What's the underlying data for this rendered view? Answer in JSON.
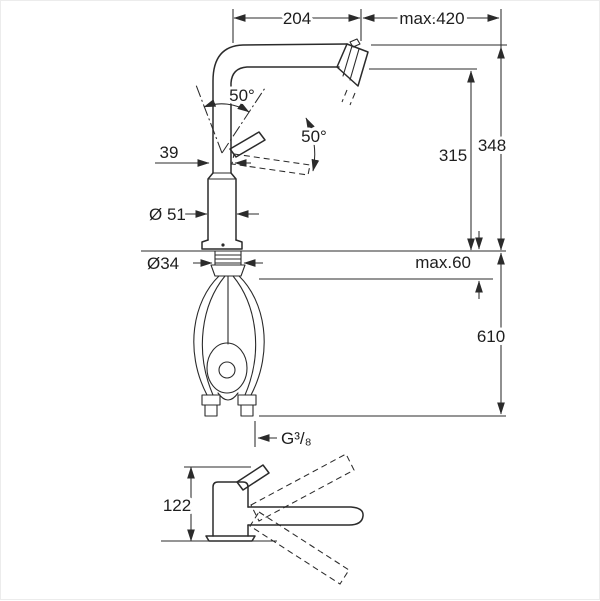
{
  "drawing": {
    "type": "technical-dimension-diagram",
    "subject": "kitchen-faucet-with-pullout-spray",
    "background": "#ffffff",
    "line_color": "#2b2b2b"
  },
  "labels": {
    "projection": "204",
    "max_projection": "max.420",
    "spout_swivel": "50°",
    "lever_swivel": "50°",
    "lever_width": "39",
    "spout_underside_height": "315",
    "spout_top_height": "348",
    "body_diameter": "Ø 51",
    "hole_diameter": "Ø34",
    "max_counter_thickness": "max.60",
    "hose_length": "610",
    "thread": "G³/₈",
    "side_height": "122"
  }
}
